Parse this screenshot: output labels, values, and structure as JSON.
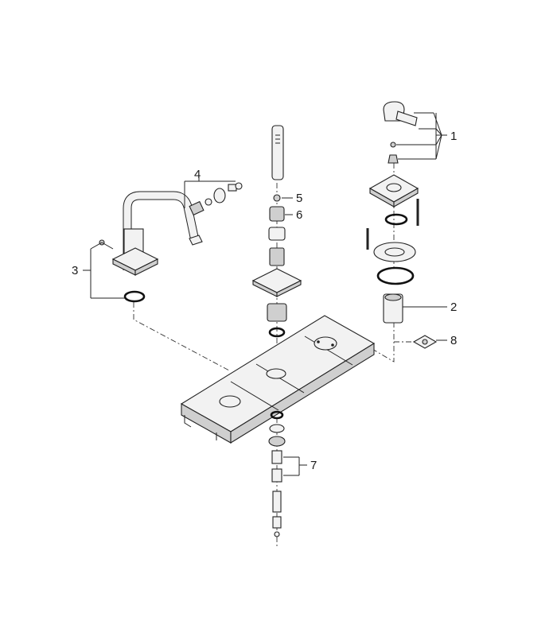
{
  "callouts": [
    {
      "id": "1",
      "label": "1"
    },
    {
      "id": "2",
      "label": "2"
    },
    {
      "id": "3",
      "label": "3"
    },
    {
      "id": "4",
      "label": "4"
    },
    {
      "id": "5",
      "label": "5"
    },
    {
      "id": "6",
      "label": "6"
    },
    {
      "id": "7",
      "label": "7"
    },
    {
      "id": "8",
      "label": "8"
    }
  ],
  "colors": {
    "line": "#222222",
    "fill_light": "#f2f2f2",
    "fill_shade": "#cfcfcf",
    "background": "#ffffff"
  }
}
